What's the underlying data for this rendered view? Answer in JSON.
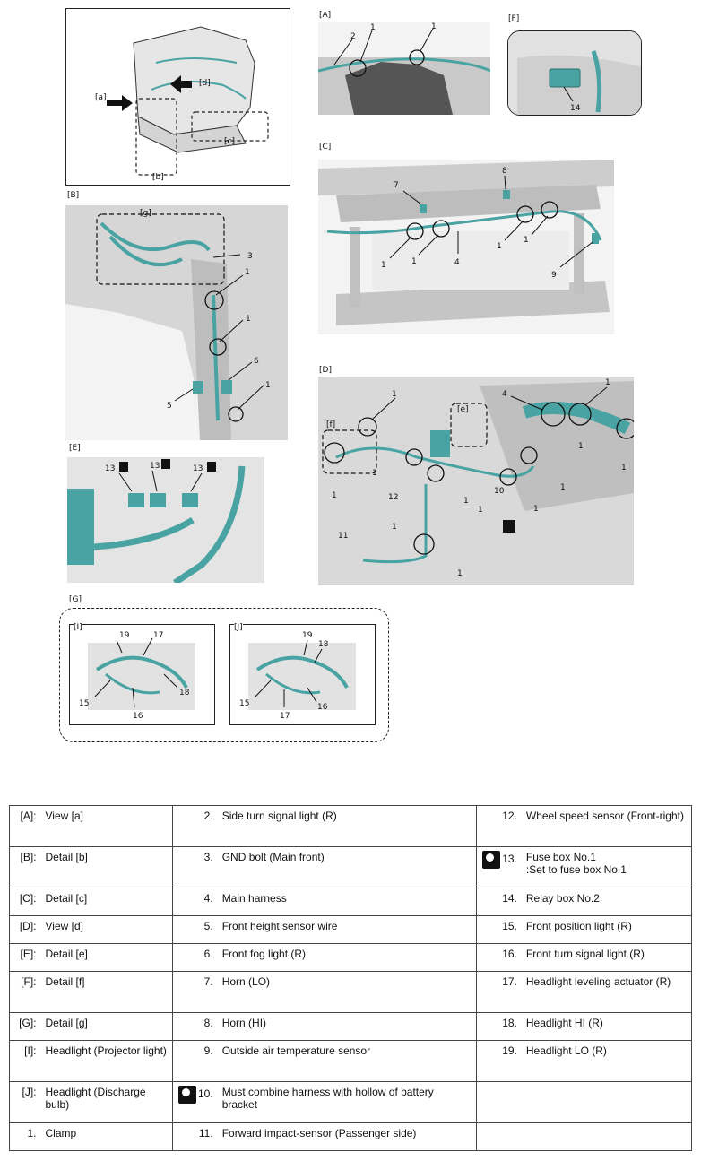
{
  "overview": {
    "labels": {
      "a": "[a]",
      "b": "[b]",
      "c": "[c]",
      "d": "[d]"
    }
  },
  "panels": {
    "A": {
      "tag": "[A]",
      "callouts": [
        "1",
        "1",
        "2"
      ]
    },
    "F": {
      "tag": "[F]",
      "callouts": [
        "14"
      ]
    },
    "B": {
      "tag": "[B]",
      "sub": "[g]",
      "callouts": [
        "3",
        "1",
        "1",
        "6",
        "1",
        "5"
      ]
    },
    "C": {
      "tag": "[C]",
      "callouts": [
        "7",
        "8",
        "1",
        "1",
        "1",
        "1",
        "4",
        "9"
      ]
    },
    "D": {
      "tag": "[D]",
      "sub_f": "[f]",
      "sub_e": "[e]",
      "callouts": [
        "1",
        "4",
        "1",
        "1",
        "1",
        "1",
        "1",
        "1",
        "1",
        "1",
        "12",
        "10",
        "1",
        "1",
        "11",
        "1"
      ]
    },
    "E": {
      "tag": "[E]",
      "callouts": [
        "13",
        "13",
        "13"
      ]
    },
    "G": {
      "tag": "[G]",
      "I": {
        "tag": "[I]",
        "callouts": [
          "19",
          "17",
          "18",
          "15",
          "16"
        ]
      },
      "J": {
        "tag": "[J]",
        "callouts": [
          "19",
          "18",
          "15",
          "17",
          "16"
        ]
      }
    }
  },
  "legend": {
    "rows": [
      [
        {
          "k": "[A]:",
          "v": "View [a]"
        },
        {
          "k": "2.",
          "v": "Side turn signal light (R)"
        },
        {
          "k": "12.",
          "v": "Wheel speed sensor (Front-right)"
        }
      ],
      [
        {
          "k": "[B]:",
          "v": "Detail [b]"
        },
        {
          "k": "3.",
          "v": "GND bolt (Main front)"
        },
        {
          "k": "13.",
          "v": "Fuse box No.1\n:Set to fuse box No.1",
          "icon": "paint-marker-icon"
        }
      ],
      [
        {
          "k": "[C]:",
          "v": "Detail [c]"
        },
        {
          "k": "4.",
          "v": "Main harness"
        },
        {
          "k": "14.",
          "v": "Relay box No.2"
        }
      ],
      [
        {
          "k": "[D]:",
          "v": "View [d]"
        },
        {
          "k": "5.",
          "v": "Front height sensor wire"
        },
        {
          "k": "15.",
          "v": "Front position light (R)"
        }
      ],
      [
        {
          "k": "[E]:",
          "v": "Detail [e]"
        },
        {
          "k": "6.",
          "v": "Front fog light (R)"
        },
        {
          "k": "16.",
          "v": "Front turn signal light (R)"
        }
      ],
      [
        {
          "k": "[F]:",
          "v": "Detail [f]"
        },
        {
          "k": "7.",
          "v": "Horn (LO)"
        },
        {
          "k": "17.",
          "v": "Headlight leveling actuator (R)"
        }
      ],
      [
        {
          "k": "[G]:",
          "v": "Detail [g]"
        },
        {
          "k": "8.",
          "v": "Horn (HI)"
        },
        {
          "k": "18.",
          "v": "Headlight HI (R)"
        }
      ],
      [
        {
          "k": "[I]:",
          "v": "Headlight (Projector light)"
        },
        {
          "k": "9.",
          "v": "Outside air temperature sensor"
        },
        {
          "k": "19.",
          "v": "Headlight LO (R)"
        }
      ],
      [
        {
          "k": "[J]:",
          "v": "Headlight (Discharge bulb)"
        },
        {
          "k": "10.",
          "v": "Must combine harness with hollow of battery bracket",
          "icon": "paint-marker-icon"
        },
        {
          "k": "",
          "v": ""
        }
      ],
      [
        {
          "k": "1.",
          "v": "Clamp"
        },
        {
          "k": "11.",
          "v": "Forward impact-sensor (Passenger side)"
        },
        {
          "k": "",
          "v": ""
        }
      ]
    ]
  }
}
